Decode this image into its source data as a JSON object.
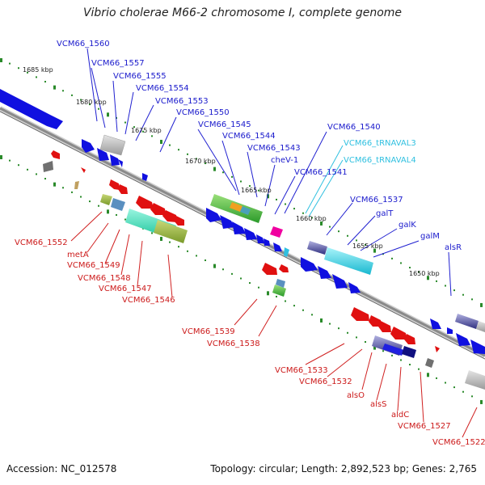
{
  "title": "Vibrio cholerae M66-2 chromosome I, complete genome",
  "footer": {
    "accession": "Accession: NC_012578",
    "summary": "Topology: circular; Length: 2,892,523 bp; Genes: 2,765"
  },
  "scale_labels": [
    "1685 kbp",
    "1680 kbp",
    "1675 kbp",
    "1670 kbp",
    "1665 kbp",
    "1660 kbp",
    "1655 kbp",
    "1650 kbp"
  ],
  "labels_top": [
    {
      "text": "VCM66_1560",
      "color": "blue"
    },
    {
      "text": "VCM66_1557",
      "color": "blue"
    },
    {
      "text": "VCM66_1555",
      "color": "blue"
    },
    {
      "text": "VCM66_1554",
      "color": "blue"
    },
    {
      "text": "VCM66_1553",
      "color": "blue"
    },
    {
      "text": "VCM66_1550",
      "color": "blue"
    },
    {
      "text": "VCM66_1545",
      "color": "blue"
    },
    {
      "text": "VCM66_1544",
      "color": "blue"
    },
    {
      "text": "VCM66_1543",
      "color": "blue"
    },
    {
      "text": "cheV-1",
      "color": "blue"
    },
    {
      "text": "VCM66_1541",
      "color": "blue"
    },
    {
      "text": "VCM66_1540",
      "color": "blue"
    },
    {
      "text": "VCM66_tRNAVAL3",
      "color": "cyan"
    },
    {
      "text": "VCM66_tRNAVAL4",
      "color": "cyan"
    },
    {
      "text": "VCM66_1537",
      "color": "blue"
    },
    {
      "text": "galT",
      "color": "blue"
    },
    {
      "text": "galK",
      "color": "blue"
    },
    {
      "text": "galM",
      "color": "blue"
    },
    {
      "text": "alsR",
      "color": "blue"
    }
  ],
  "labels_bottom": [
    {
      "text": "VCM66_1552",
      "color": "red"
    },
    {
      "text": "metA",
      "color": "red"
    },
    {
      "text": "VCM66_1549",
      "color": "red"
    },
    {
      "text": "VCM66_1548",
      "color": "red"
    },
    {
      "text": "VCM66_1547",
      "color": "red"
    },
    {
      "text": "VCM66_1546",
      "color": "red"
    },
    {
      "text": "VCM66_1539",
      "color": "red"
    },
    {
      "text": "VCM66_1538",
      "color": "red"
    },
    {
      "text": "VCM66_1533",
      "color": "red"
    },
    {
      "text": "VCM66_1532",
      "color": "red"
    },
    {
      "text": "alsO",
      "color": "red"
    },
    {
      "text": "alsS",
      "color": "red"
    },
    {
      "text": "aldC",
      "color": "red"
    },
    {
      "text": "VCM66_1527",
      "color": "red"
    },
    {
      "text": "VCM66_1522",
      "color": "red"
    }
  ],
  "colors": {
    "forward": "#1010e0",
    "reverse": "#e01010",
    "trna": "#30c0e0",
    "backbone": "#888888",
    "tick": "#2a8a2a"
  }
}
